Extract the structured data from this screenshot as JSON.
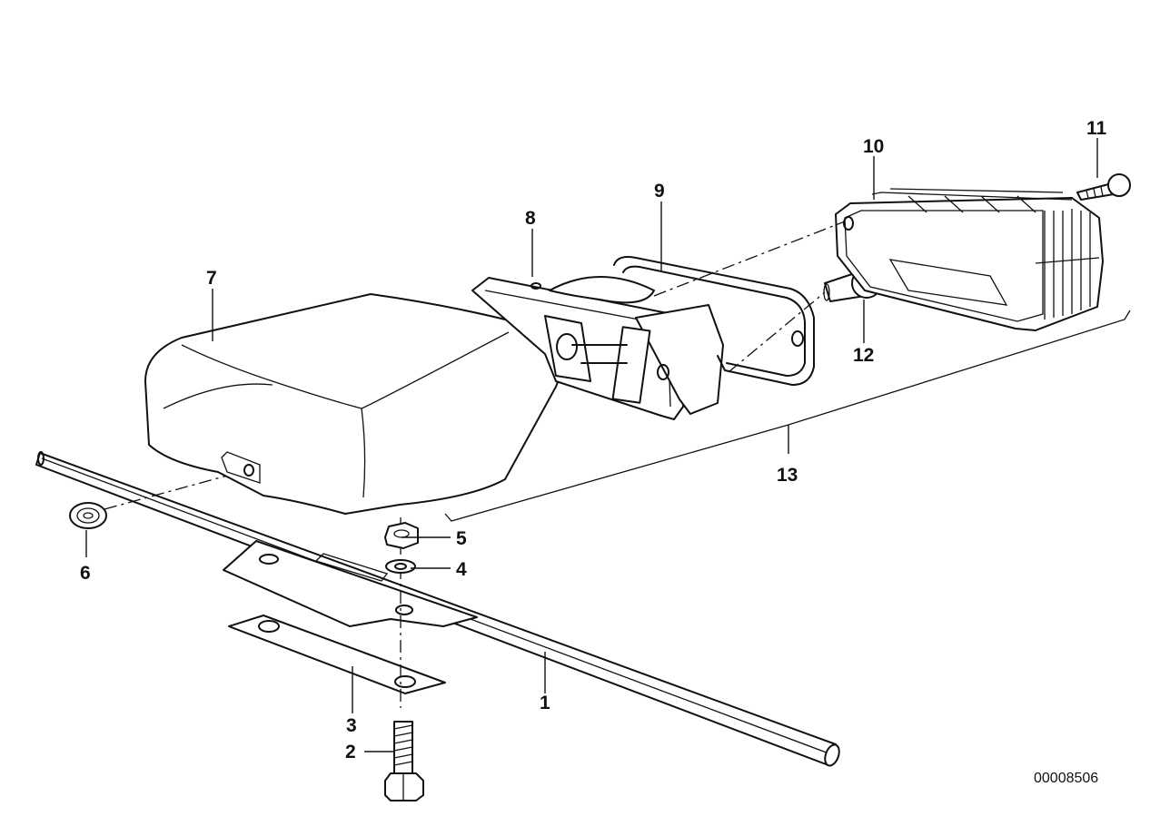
{
  "diagram": {
    "document_id": "00008506",
    "callouts": {
      "c1": "1",
      "c2": "2",
      "c3": "3",
      "c4": "4",
      "c5": "5",
      "c6": "6",
      "c7": "7",
      "c8": "8",
      "c9": "9",
      "c10": "10",
      "c11": "11",
      "c12": "12",
      "c13": "13"
    }
  }
}
